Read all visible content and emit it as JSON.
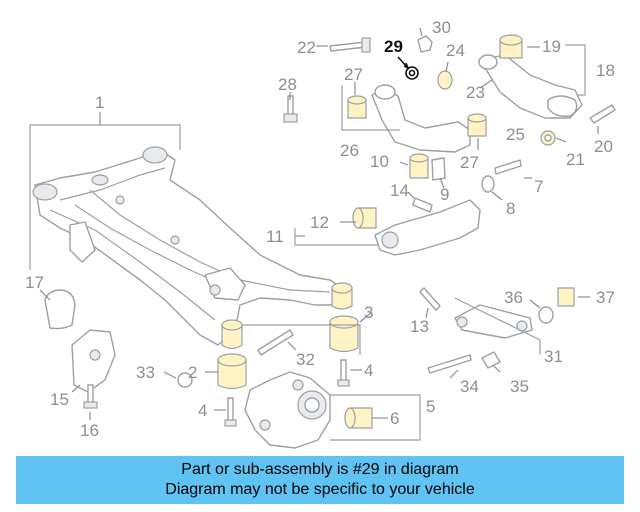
{
  "callouts": [
    "1",
    "2",
    "3",
    "4",
    "5",
    "6",
    "7",
    "8",
    "9",
    "10",
    "11",
    "12",
    "13",
    "14",
    "15",
    "16",
    "17",
    "18",
    "19",
    "20",
    "21",
    "22",
    "23",
    "24",
    "25",
    "26",
    "27",
    "28",
    "29",
    "30",
    "31",
    "32",
    "33",
    "34",
    "35",
    "36",
    "37"
  ],
  "highlighted_part": "29",
  "banner": {
    "line1": "Part or sub-assembly is #29 in diagram",
    "line2": "Diagram may not be specific to your vehicle"
  },
  "colors": {
    "banner_bg": "#5fc3f3",
    "callout_text": "#8a8f96",
    "highlight_text": "#111111",
    "part_outline": "#9aa0a6"
  }
}
